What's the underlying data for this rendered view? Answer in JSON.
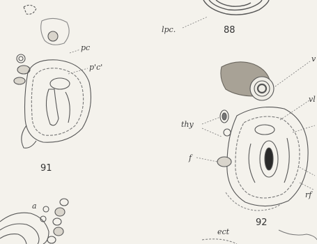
{
  "figures": {
    "fig88": {
      "number": "88",
      "labels": {
        "lpc": "lpc."
      }
    },
    "fig91": {
      "number": "91",
      "labels": {
        "pc": "pc",
        "ppc": "p'c'"
      }
    },
    "fig92": {
      "number": "92",
      "labels": {
        "v": "v",
        "vl": "vl",
        "thy": "thy",
        "f": "f",
        "rf": "rf",
        "ect": "ect"
      }
    },
    "fig_bottom_left": {
      "labels": {
        "a": "a"
      }
    }
  },
  "colors": {
    "ink": "#555555",
    "paper": "#f4f2ec",
    "shade": "#9a948a"
  }
}
